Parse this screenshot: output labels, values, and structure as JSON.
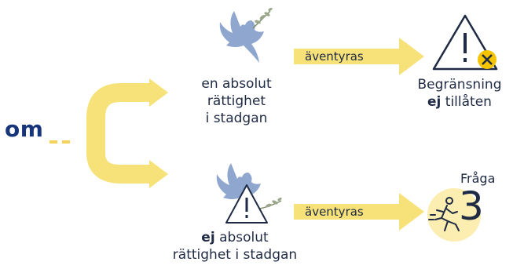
{
  "left": {
    "connector": "om"
  },
  "top_branch": {
    "dove_icon": "dove-icon",
    "label_lines": [
      "en absolut",
      "rättighet",
      "i stadgan"
    ],
    "arrow_text": "äventyras",
    "result_icon": "warning-cross-icon",
    "result_line1": "Begränsning",
    "result_bold": "ej",
    "result_rest": "tillåten"
  },
  "bottom_branch": {
    "dove_icon": "dove-warning-icon",
    "label_bold": "ej",
    "label_rest": "absolut",
    "label_line2": "rättighet i stadgan",
    "arrow_text": "äventyras",
    "result_icon": "running-person-icon",
    "fraga_label": "Fråga",
    "fraga_number": "3"
  },
  "colors": {
    "accent_yellow": "#f7e27a",
    "dark_blue": "#17357a",
    "icon_blue": "#8fa7cf",
    "warning_yellow": "#f5c400"
  }
}
